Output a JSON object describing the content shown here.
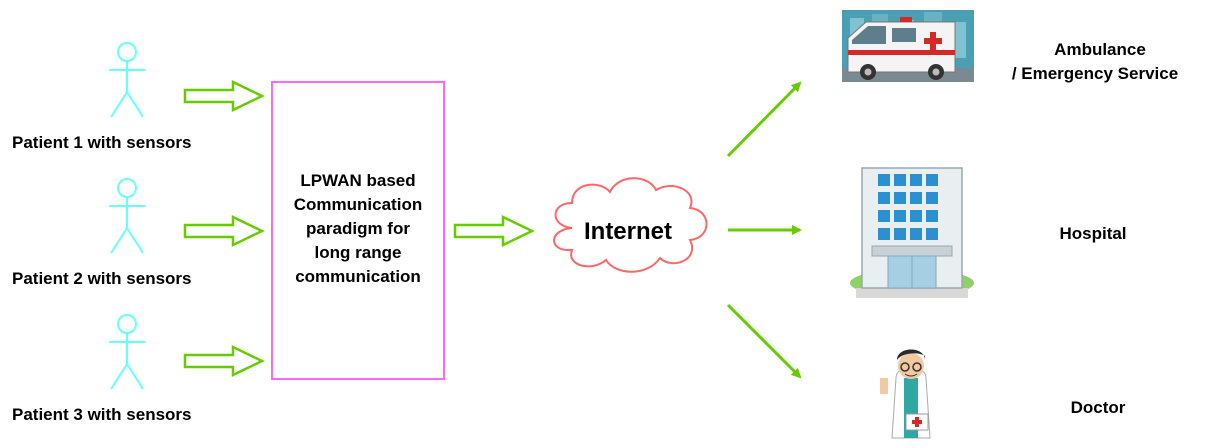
{
  "patients": [
    {
      "label": "Patient 1 with sensors"
    },
    {
      "label": "Patient 2 with sensors"
    },
    {
      "label": "Patient 3 with sensors"
    }
  ],
  "lpwan_box": {
    "lines": [
      "LPWAN based",
      "Communication",
      "paradigm for",
      "long range",
      "communication"
    ]
  },
  "internet": {
    "label": "Internet"
  },
  "destinations": {
    "ambulance": {
      "lines": [
        "Ambulance",
        "/ Emergency Service"
      ]
    },
    "hospital": {
      "label": "Hospital"
    },
    "doctor": {
      "label": "Doctor"
    }
  },
  "colors": {
    "person_outline": "#66ffff",
    "box_border": "#ff66ff",
    "cloud_outline": "#ff6666",
    "arrow_green": "#66cc00"
  }
}
